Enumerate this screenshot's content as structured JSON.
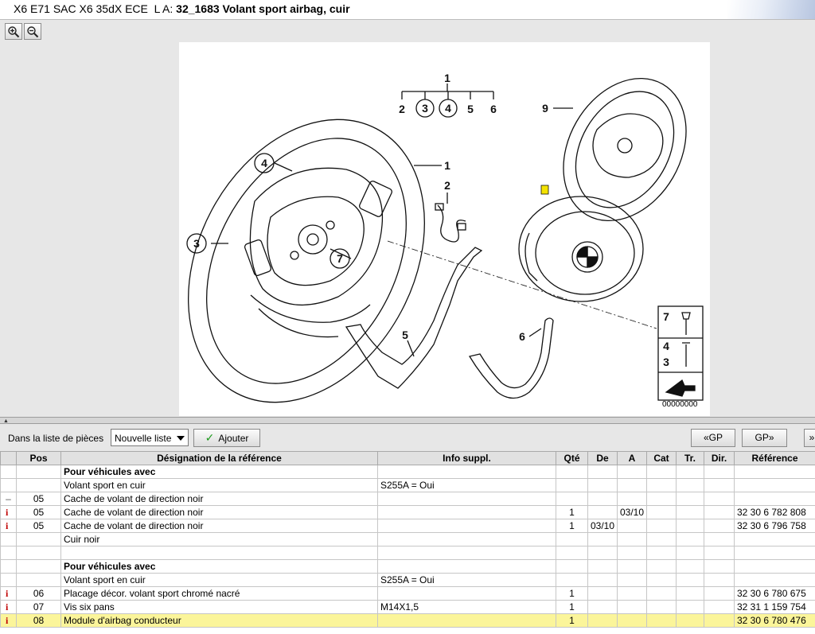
{
  "window": {
    "title_prefix": "X6 E71 SAC X6 35dX ECE  L A: ",
    "title_bold": "32_1683 Volant sport airbag, cuir"
  },
  "toolbar": {
    "zoom_in_icon": "zoom-in-icon",
    "zoom_out_icon": "zoom-out-icon"
  },
  "diagram": {
    "callouts": [
      "1",
      "2",
      "3",
      "4",
      "5",
      "6",
      "1",
      "2",
      "3",
      "4",
      "5",
      "6",
      "7",
      "9",
      "7",
      "4",
      "3"
    ],
    "ref_code": "00000000"
  },
  "actions": {
    "list_label": "Dans la liste de pièces",
    "list_select_value": "Nouvelle liste",
    "add_label": "Ajouter",
    "prev_gp": "«GP",
    "next_gp": "GP»"
  },
  "table": {
    "headers": [
      "",
      "Pos",
      "Désignation de la référence",
      "Info suppl.",
      "Qté",
      "De",
      "A",
      "Cat",
      "Tr.",
      "Dir.",
      "Référence"
    ],
    "rows": [
      {
        "icon": "",
        "pos": "",
        "designation": "Pour véhicules avec",
        "info": "",
        "qte": "",
        "de": "",
        "a": "",
        "cat": "",
        "tr": "",
        "dir": "",
        "ref": "",
        "bold": true
      },
      {
        "icon": "",
        "pos": "",
        "designation": "Volant sport en cuir",
        "info": "S255A = Oui",
        "qte": "",
        "de": "",
        "a": "",
        "cat": "",
        "tr": "",
        "dir": "",
        "ref": ""
      },
      {
        "icon": "–",
        "pos": "05",
        "designation": "Cache de volant de direction noir",
        "info": "",
        "qte": "",
        "de": "",
        "a": "",
        "cat": "",
        "tr": "",
        "dir": "",
        "ref": ""
      },
      {
        "icon": "i",
        "pos": "05",
        "designation": "Cache de volant de direction noir",
        "info": "",
        "qte": "1",
        "de": "",
        "a": "03/10",
        "cat": "",
        "tr": "",
        "dir": "",
        "ref": "32 30 6 782 808"
      },
      {
        "icon": "i",
        "pos": "05",
        "designation": "Cache de volant de direction noir",
        "info": "",
        "qte": "1",
        "de": "03/10",
        "a": "",
        "cat": "",
        "tr": "",
        "dir": "",
        "ref": "32 30 6 796 758"
      },
      {
        "icon": "",
        "pos": "",
        "designation": "Cuir noir",
        "info": "",
        "qte": "",
        "de": "",
        "a": "",
        "cat": "",
        "tr": "",
        "dir": "",
        "ref": ""
      },
      {
        "icon": "",
        "pos": "",
        "designation": "",
        "info": "",
        "qte": "",
        "de": "",
        "a": "",
        "cat": "",
        "tr": "",
        "dir": "",
        "ref": ""
      },
      {
        "icon": "",
        "pos": "",
        "designation": "Pour véhicules avec",
        "info": "",
        "qte": "",
        "de": "",
        "a": "",
        "cat": "",
        "tr": "",
        "dir": "",
        "ref": "",
        "bold": true
      },
      {
        "icon": "",
        "pos": "",
        "designation": "Volant sport en cuir",
        "info": "S255A = Oui",
        "qte": "",
        "de": "",
        "a": "",
        "cat": "",
        "tr": "",
        "dir": "",
        "ref": ""
      },
      {
        "icon": "i",
        "pos": "06",
        "designation": "Placage décor. volant sport chromé nacré",
        "info": "",
        "qte": "1",
        "de": "",
        "a": "",
        "cat": "",
        "tr": "",
        "dir": "",
        "ref": "32 30 6 780 675"
      },
      {
        "icon": "i",
        "pos": "07",
        "designation": "Vis six pans",
        "info": "M14X1,5",
        "qte": "1",
        "de": "",
        "a": "",
        "cat": "",
        "tr": "",
        "dir": "",
        "ref": "32 31 1 159 754"
      },
      {
        "icon": "i",
        "pos": "08",
        "designation": "Module d'airbag conducteur",
        "info": "",
        "qte": "1",
        "de": "",
        "a": "",
        "cat": "",
        "tr": "",
        "dir": "",
        "ref": "32 30 6 780 476",
        "selected": true
      }
    ]
  }
}
